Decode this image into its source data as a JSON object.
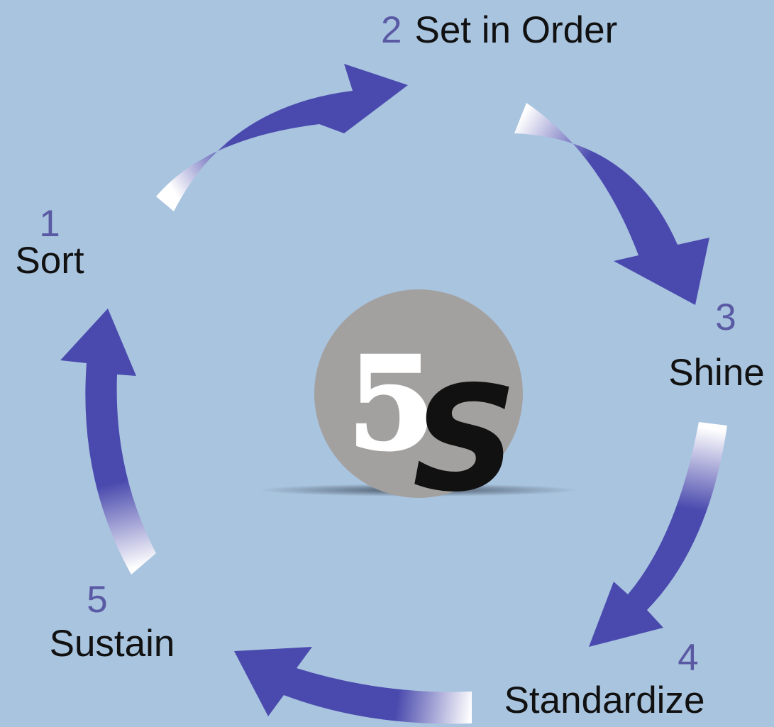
{
  "colors": {
    "background": "#a9c4df",
    "arrow": "#4a4aae",
    "number": "#5a5aa4",
    "name": "#111111",
    "ball": "#a3a1a0",
    "shadow": "#3f4b5a"
  },
  "center_logo": {
    "number": "5",
    "letter": "S"
  },
  "stages": [
    {
      "number": "1",
      "name": "Sort"
    },
    {
      "number": "2",
      "name": "Set in Order"
    },
    {
      "number": "3",
      "name": "Shine"
    },
    {
      "number": "4",
      "name": "Standardize"
    },
    {
      "number": "5",
      "name": "Sustain"
    }
  ]
}
